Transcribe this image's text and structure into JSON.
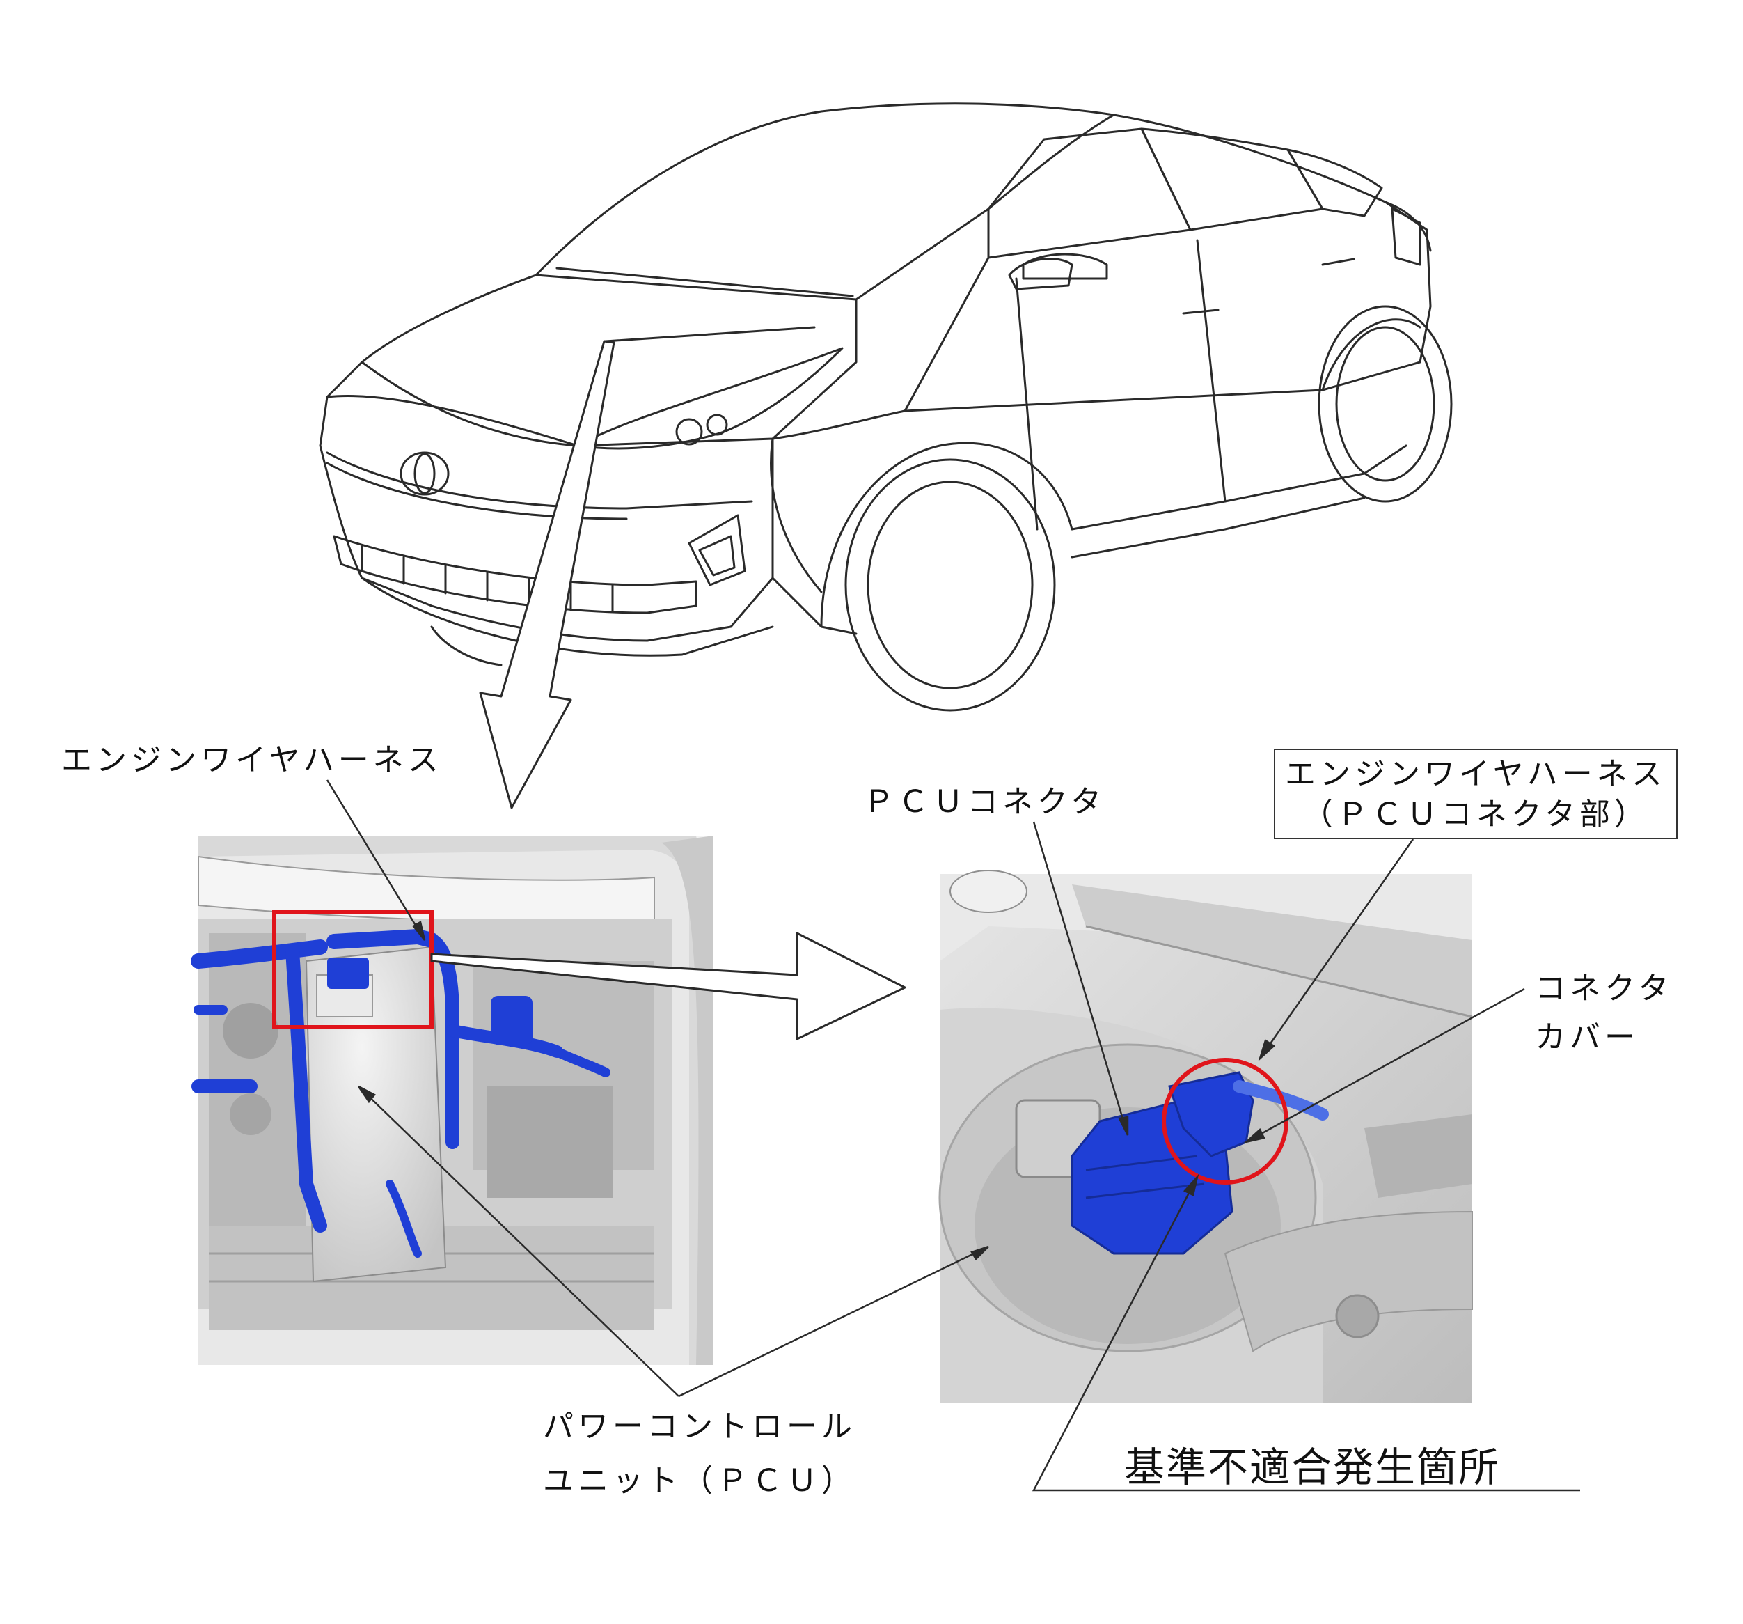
{
  "labels": {
    "engine_wire_harness_left": "エンジンワイヤハーネス",
    "pcu_connector": "ＰＣＵコネクタ",
    "engine_wire_harness_box_line1": "エンジンワイヤハーネス",
    "engine_wire_harness_box_line2": "（ＰＣＵコネクタ部）",
    "connector_cover_line1": "コネクタ",
    "connector_cover_line2": "カバー",
    "pcu_line1": "パワーコントロール",
    "pcu_line2": "ユニット（ＰＣＵ）",
    "nonconformity_location": "基準不適合発生箇所"
  },
  "colors": {
    "highlight_blue": "#1f3fd6",
    "callout_red": "#e0141b",
    "line_art": "#2a2a2a",
    "engine_gray": "#d2d2d2"
  },
  "icons": {
    "vehicle": "car-outline-illustration",
    "engine_bay": "engine-bay-render",
    "connector_detail": "pcu-connector-closeup-render"
  }
}
